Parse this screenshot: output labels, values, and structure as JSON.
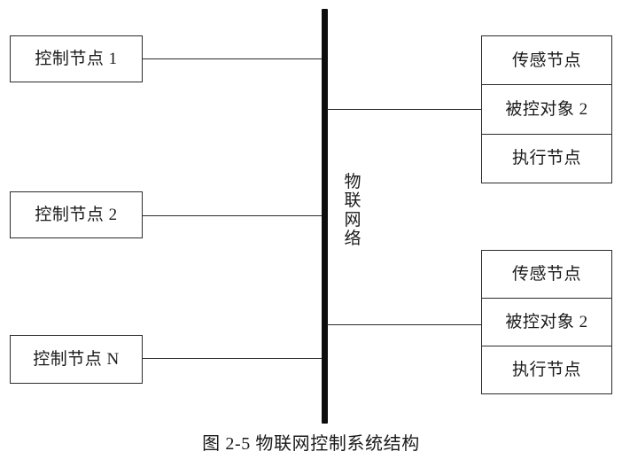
{
  "figure": {
    "caption": "图 2-5  物联网控制系统结构",
    "network_bus": {
      "label": "物联网络",
      "label_chars": [
        "物",
        "联",
        "网",
        "络"
      ],
      "color": "#0d0d0d"
    },
    "control_nodes": [
      {
        "label": "控制节点 1"
      },
      {
        "label": "控制节点 2"
      },
      {
        "label": "控制节点 N"
      }
    ],
    "object_groups": [
      {
        "cells": [
          {
            "label": "传感节点"
          },
          {
            "label": "被控对象 2"
          },
          {
            "label": "执行节点"
          }
        ]
      },
      {
        "cells": [
          {
            "label": "传感节点"
          },
          {
            "label": "被控对象 2"
          },
          {
            "label": "执行节点"
          }
        ]
      }
    ],
    "colors": {
      "box_border": "#2b2b2b",
      "line": "#2b2b2b",
      "text": "#1a1a1a",
      "background": "#ffffff"
    }
  }
}
